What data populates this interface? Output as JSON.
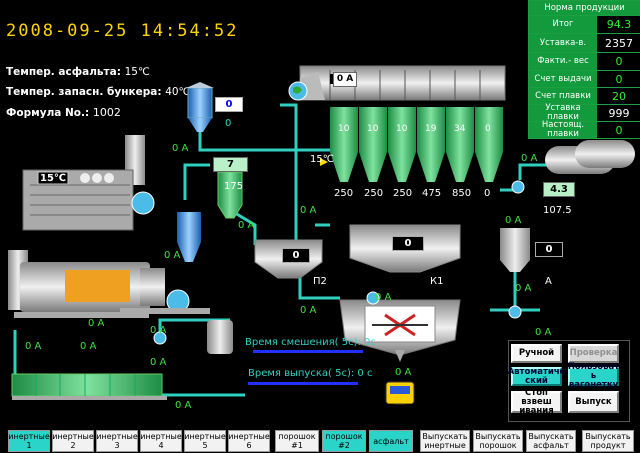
{
  "header": {
    "datetime": "2008-09-25  14:54:52",
    "asphalt_temp_label": "Темпер. асфальта:",
    "asphalt_temp_value": "15℃",
    "bunker_temp_label": "Темпер. запасн. бункера:",
    "bunker_temp_value": "40℃",
    "formula_label": "Формула No.:",
    "formula_value": "1002"
  },
  "stats_table": {
    "title": "Норма продукции",
    "rows": [
      {
        "label": "Итог",
        "value": "94.3"
      },
      {
        "label": "Уставка-в.",
        "value": "2357"
      },
      {
        "label": "Факти.- вес",
        "value": "0"
      },
      {
        "label": "Счет выдачи",
        "value": "0"
      },
      {
        "label": "Счет плавки",
        "value": "20"
      },
      {
        "label": "Уставка плавки",
        "value": "999"
      },
      {
        "label": "Настоящ. плавки",
        "value": "0"
      }
    ]
  },
  "process": {
    "silo_values": [
      "10",
      "10",
      "10",
      "19",
      "34",
      "0"
    ],
    "silo_setpoints": [
      "250",
      "250",
      "250",
      "475",
      "850",
      "0"
    ],
    "silo_temp": "15℃",
    "filter_current": "0 A",
    "top_hopper_value": "0",
    "top_hopper_small": "0",
    "small_a_top": "0 A",
    "elevator_value": "7",
    "elevator_reading": "175",
    "dryer_temp": "15℃",
    "dryer_current_left": "0 A",
    "dryer_current_mid": "0 A",
    "pump_current_left": "0 A",
    "pump_current_mid": "0 A",
    "pump_current_right": "0 A",
    "hopper_p2_value": "0",
    "hopper_p2_label": "П2",
    "hopper_k1_value": "0",
    "hopper_k1_label": "К1",
    "tank_right_value": "4.3",
    "tank_right_reading": "107.5",
    "tank_a_value": "0",
    "tank_a_label": "A",
    "current_a_right_top": "0 A",
    "current_a_right_mid": "0 A",
    "current_a_right_low": "0 A",
    "current_a_right_bot": "0 A",
    "mixer_current": "0 A",
    "mixer_current_left": "0 A",
    "feeder_currents": [
      "0 A",
      "0 A",
      "0 A",
      "0 A"
    ],
    "mix_time": "Время смешения( 5c): 0c",
    "discharge_time": "Время выпуска( 5c): 0 c",
    "vehicle_small_current": "0 A"
  },
  "controls": {
    "manual": "Ручной",
    "check": "Проверка",
    "automatic": "Автоматиче ский",
    "user_wagon": "Пользоват ь вагонетку",
    "stop_weigh": "Стоп взвеш ивания",
    "discharge": "Выпуск"
  },
  "bottom_buttons": [
    {
      "label": "инертные 1",
      "active": true
    },
    {
      "label": "инертные 2",
      "active": false
    },
    {
      "label": "инертные 3",
      "active": false
    },
    {
      "label": "инертные 4",
      "active": false
    },
    {
      "label": "инертные 5",
      "active": false
    },
    {
      "label": "инертные 6",
      "active": false
    },
    {
      "label": "порошок #1",
      "active": false
    },
    {
      "label": "порошок #2",
      "active": true
    },
    {
      "label": "асфальт",
      "active": true
    },
    {
      "label": "Выпускать инертные",
      "active": false
    },
    {
      "label": "Выпускать порошок",
      "active": false
    },
    {
      "label": "Выпускать асфальт",
      "active": false
    },
    {
      "label": "Выпускать продукт",
      "active": false
    }
  ],
  "colors": {
    "pipe": "#2fd0c0",
    "equipment_gray": "#c8c8c8",
    "silo_green": "#3ec36a",
    "table_green": "#129a3c"
  }
}
